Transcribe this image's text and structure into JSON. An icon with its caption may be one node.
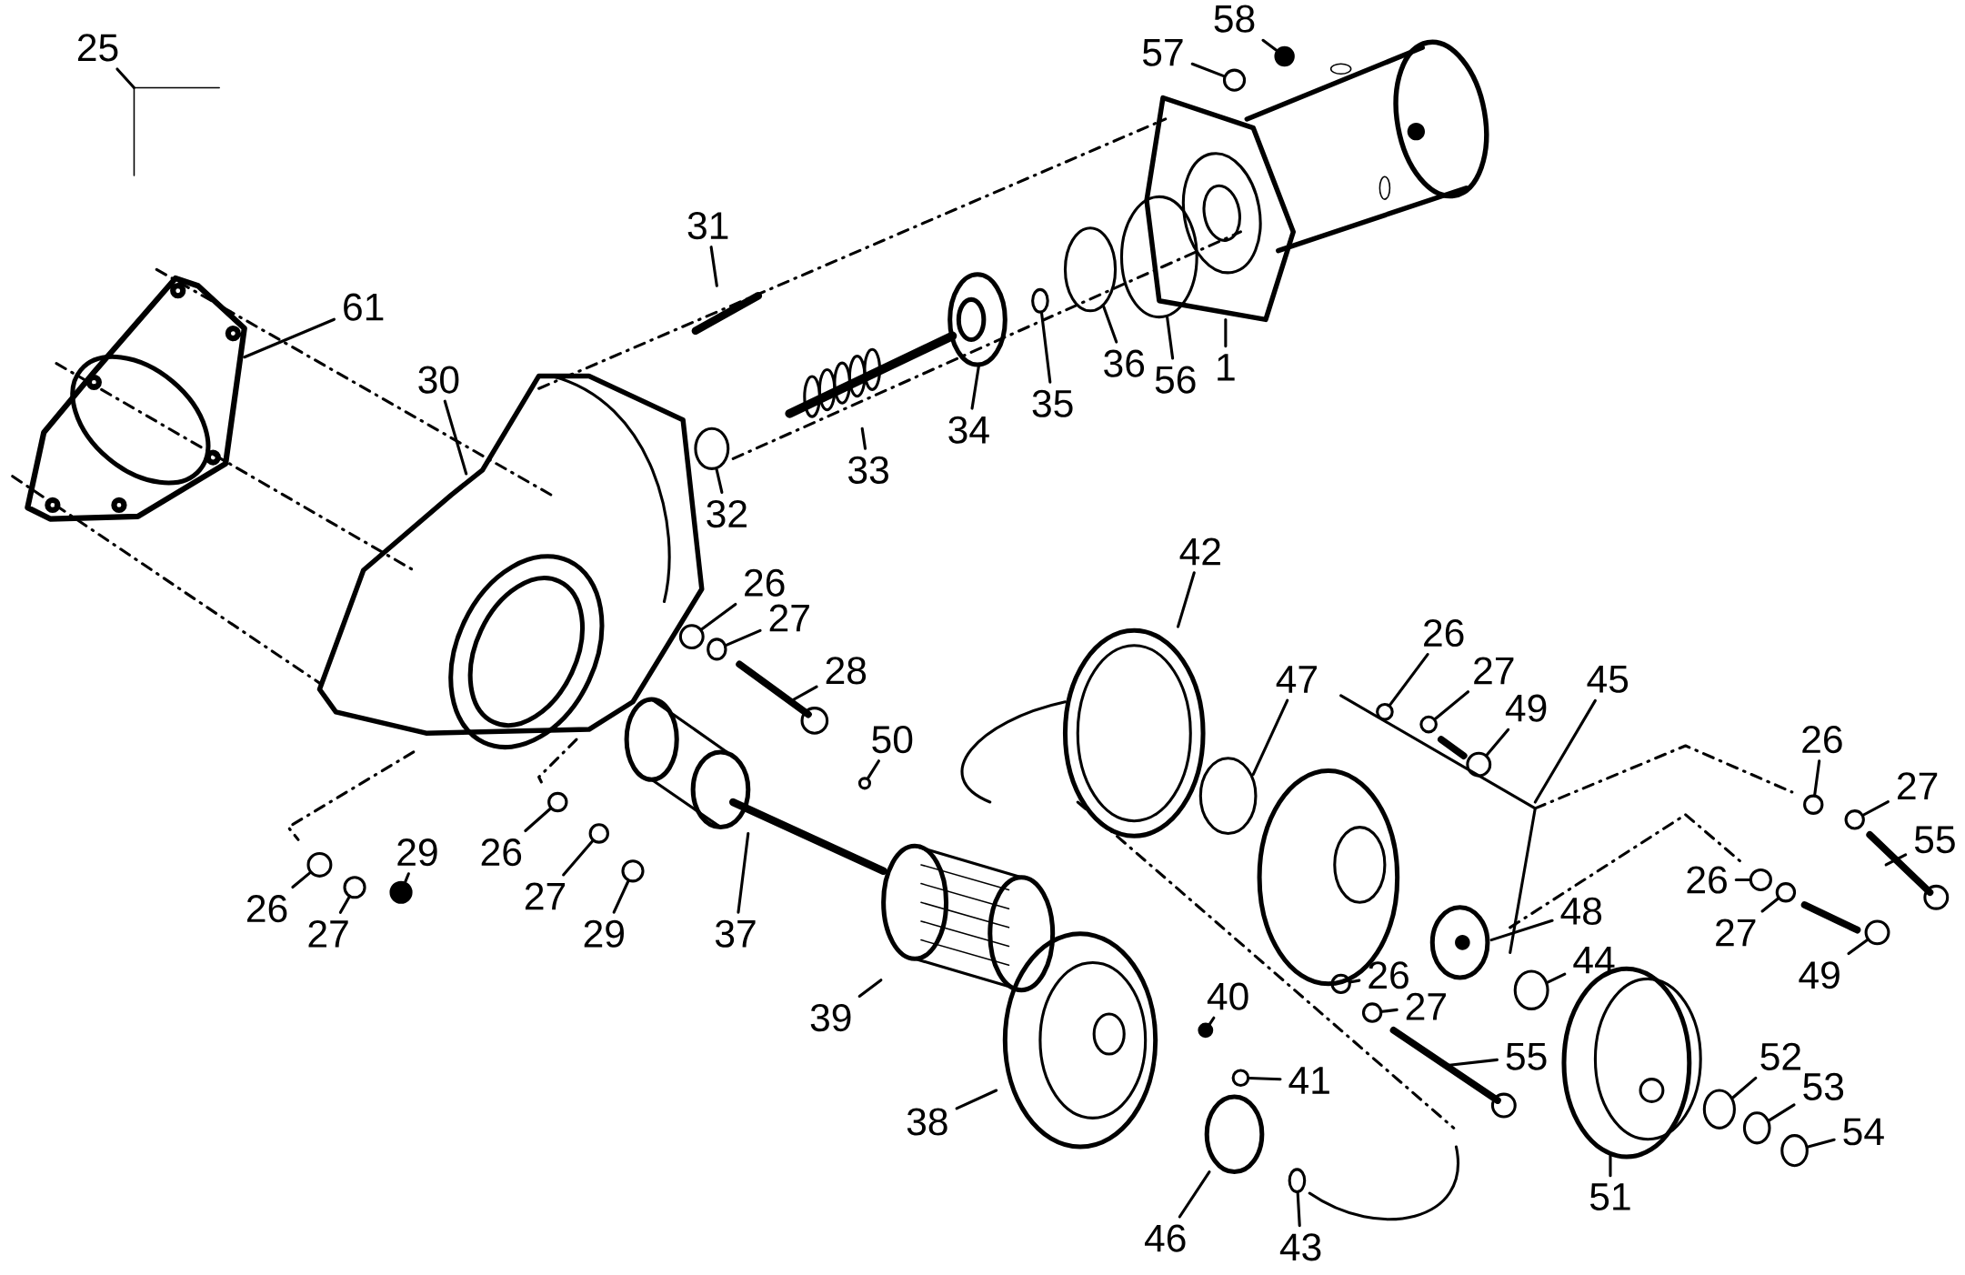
{
  "diagram": {
    "nodes": [
      {
        "text": [
          "25"
        ]
      },
      {
        "text": [
          "58"
        ]
      },
      {
        "text": [
          "57"
        ]
      },
      {
        "text": [
          "31"
        ]
      },
      {
        "text": [
          "61"
        ]
      },
      {
        "text": [
          "30"
        ]
      },
      {
        "text": [
          "36"
        ]
      },
      {
        "text": [
          "56"
        ]
      },
      {
        "text": [
          "1"
        ]
      },
      {
        "text": [
          "35"
        ]
      },
      {
        "text": [
          "34"
        ]
      },
      {
        "text": [
          "33"
        ]
      },
      {
        "text": [
          "32"
        ]
      },
      {
        "text": [
          "26"
        ]
      },
      {
        "text": [
          "27"
        ]
      },
      {
        "text": [
          "28"
        ]
      },
      {
        "text": [
          "42"
        ]
      },
      {
        "text": [
          "26"
        ]
      },
      {
        "text": [
          "27"
        ]
      },
      {
        "text": [
          "49"
        ]
      },
      {
        "text": [
          "47"
        ]
      },
      {
        "text": [
          "45"
        ]
      },
      {
        "text": [
          "50"
        ]
      },
      {
        "text": [
          "26"
        ]
      },
      {
        "text": [
          "27"
        ]
      },
      {
        "text": [
          "55"
        ]
      },
      {
        "text": [
          "26"
        ]
      },
      {
        "text": [
          "48"
        ]
      },
      {
        "text": [
          "27"
        ]
      },
      {
        "text": [
          "26"
        ]
      },
      {
        "text": [
          "27"
        ]
      },
      {
        "text": [
          "29"
        ]
      },
      {
        "text": [
          "37"
        ]
      },
      {
        "text": [
          "26"
        ]
      },
      {
        "text": [
          "27"
        ]
      },
      {
        "text": [
          "29"
        ]
      },
      {
        "text": [
          "49"
        ]
      },
      {
        "text": [
          "44"
        ]
      },
      {
        "text": [
          "26"
        ]
      },
      {
        "text": [
          "40"
        ]
      },
      {
        "text": [
          "27"
        ]
      },
      {
        "text": [
          "39"
        ]
      },
      {
        "text": [
          "55"
        ]
      },
      {
        "text": [
          "52"
        ]
      },
      {
        "text": [
          "41"
        ]
      },
      {
        "text": [
          "53"
        ]
      },
      {
        "text": [
          "38"
        ]
      },
      {
        "text": [
          "54"
        ]
      },
      {
        "text": [
          "51"
        ]
      },
      {
        "text": [
          "46"
        ]
      },
      {
        "text": [
          "43"
        ]
      },
      {
        "text": [],
        "shape": "circle"
      },
      {
        "text": [],
        "shape": "circle"
      },
      {
        "text": [],
        "shape": "circle"
      },
      {
        "text": [],
        "shape": "circle"
      },
      {
        "text": [],
        "shape": "circle"
      },
      {
        "text": [],
        "shape": "circle"
      },
      {
        "text": [],
        "shape": "circle"
      },
      {
        "text": [],
        "shape": "circle"
      },
      {
        "text": [],
        "shape": "circle"
      },
      {
        "text": [],
        "shape": "circle"
      },
      {
        "text": [],
        "shape": "circle"
      },
      {
        "text": [],
        "shape": "circle"
      },
      {
        "text": [],
        "shape": "circle"
      },
      {
        "text": [],
        "shape": "circle"
      },
      {
        "text": [],
        "shape": "circle"
      },
      {
        "text": [],
        "shape": "circle"
      },
      {
        "text": [],
        "shape": "circle"
      },
      {
        "text": [],
        "shape": "circle"
      },
      {
        "text": [],
        "shape": "circle"
      },
      {
        "text": [],
        "shape": "circle"
      },
      {
        "text": [],
        "shape": "circle"
      },
      {
        "text": [],
        "shape": "circle"
      },
      {
        "text": [],
        "shape": "circle"
      },
      {
        "text": [],
        "shape": "circle"
      },
      {
        "text": [],
        "shape": "circle"
      },
      {
        "text": [],
        "shape": "circle"
      },
      {
        "text": [],
        "shape": "circle"
      },
      {
        "text": [],
        "shape": "circle"
      },
      {
        "text": [],
        "shape": "circle"
      },
      {
        "text": [],
        "shape": "circle"
      },
      {
        "text": [],
        "shape": "circle"
      },
      {
        "text": [],
        "shape": "circle"
      }
    ],
    "edges": [
      {
        "from": 0,
        "to": null,
        "arrow": "none"
      },
      {
        "from": 1,
        "to": 51,
        "arrow": "none"
      },
      {
        "from": 2,
        "to": 52,
        "arrow": "none"
      },
      {
        "from": 3,
        "to": null,
        "arrow": "none"
      },
      {
        "from": 4,
        "to": null,
        "arrow": "none"
      },
      {
        "from": 5,
        "to": null,
        "arrow": "none"
      },
      {
        "from": 6,
        "to": 53,
        "arrow": "none"
      },
      {
        "from": 7,
        "to": 54,
        "arrow": "none"
      },
      {
        "from": 8,
        "to": null,
        "arrow": "none"
      },
      {
        "from": 9,
        "to": 55,
        "arrow": "none"
      },
      {
        "from": 10,
        "to": null,
        "arrow": "none"
      },
      {
        "from": 11,
        "to": null,
        "arrow": "none"
      },
      {
        "from": 12,
        "to": 56,
        "arrow": "none"
      },
      {
        "from": 13,
        "to": 57,
        "arrow": "none"
      },
      {
        "from": 14,
        "to": 58,
        "arrow": "none"
      },
      {
        "from": 15,
        "to": null,
        "arrow": "none"
      },
      {
        "from": 16,
        "to": null,
        "arrow": "none"
      },
      {
        "from": 17,
        "to": 59,
        "arrow": "none"
      },
      {
        "from": 18,
        "to": 60,
        "arrow": "none"
      },
      {
        "from": 19,
        "to": 61,
        "arrow": "none"
      },
      {
        "from": 20,
        "to": null,
        "arrow": "none"
      },
      {
        "from": 21,
        "to": null,
        "arrow": "none"
      },
      {
        "from": 22,
        "to": 62,
        "arrow": "none"
      },
      {
        "from": 23,
        "to": 63,
        "arrow": "none"
      },
      {
        "from": 24,
        "to": 64,
        "arrow": "none"
      },
      {
        "from": 25,
        "to": null,
        "arrow": "none"
      },
      {
        "from": 26,
        "to": 65,
        "arrow": "none"
      },
      {
        "from": 27,
        "to": null,
        "arrow": "none"
      },
      {
        "from": 28,
        "to": 66,
        "arrow": "none"
      },
      {
        "from": 29,
        "to": 67,
        "arrow": "none"
      },
      {
        "from": 30,
        "to": 68,
        "arrow": "none"
      },
      {
        "from": 31,
        "to": 69,
        "arrow": "none"
      },
      {
        "from": 32,
        "to": null,
        "arrow": "none"
      },
      {
        "from": 33,
        "to": 70,
        "arrow": "none"
      },
      {
        "from": 34,
        "to": 71,
        "arrow": "none"
      },
      {
        "from": 35,
        "to": 72,
        "arrow": "none"
      },
      {
        "from": 36,
        "to": 73,
        "arrow": "none"
      },
      {
        "from": 37,
        "to": 74,
        "arrow": "none"
      },
      {
        "from": 38,
        "to": 75,
        "arrow": "none"
      },
      {
        "from": 39,
        "to": 76,
        "arrow": "none"
      },
      {
        "from": 40,
        "to": 77,
        "arrow": "none"
      },
      {
        "from": 41,
        "to": null,
        "arrow": "none"
      },
      {
        "from": 42,
        "to": null,
        "arrow": "none"
      },
      {
        "from": 43,
        "to": 78,
        "arrow": "none"
      },
      {
        "from": 44,
        "to": 79,
        "arrow": "none"
      },
      {
        "from": 45,
        "to": 80,
        "arrow": "none"
      },
      {
        "from": 46,
        "to": null,
        "arrow": "none"
      },
      {
        "from": 47,
        "to": 81,
        "arrow": "none"
      },
      {
        "from": 48,
        "to": null,
        "arrow": "none"
      },
      {
        "from": 49,
        "to": null,
        "arrow": "none"
      },
      {
        "from": 50,
        "to": 82,
        "arrow": "none"
      }
    ]
  }
}
